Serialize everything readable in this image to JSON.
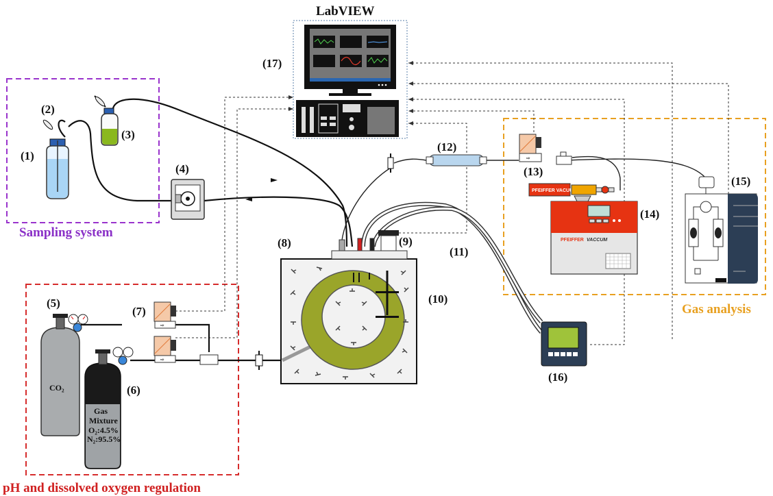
{
  "title": "LabVIEW",
  "groups": {
    "sampling": "Sampling system",
    "ph_do": "pH and dissolved oxygen regulation",
    "gas_analysis": "Gas analysis"
  },
  "components": [
    "(1)",
    "(2)",
    "(3)",
    "(4)",
    "(5)",
    "(6)",
    "(7)",
    "(8)",
    "(9)",
    "(10)",
    "(11)",
    "(12)",
    "(13)",
    "(14)",
    "(15)",
    "(16)",
    "(17)"
  ],
  "cylinders": {
    "co2": "CO₂",
    "mixture_line1": "Gas",
    "mixture_line2": "Mixture",
    "mixture_line3": "O₂:4.5%",
    "mixture_line4": "N₂:95.5%"
  },
  "vacuum_brand": "PFEIFFER",
  "vacuum_model": "VACCUM",
  "vacuum_small": "PFEIFFER VACUUM",
  "colors": {
    "sampling_border": "#9933cc",
    "ph_border": "#d62b2b",
    "gas_border": "#e8a020",
    "vessel_ring": "#9aa52a",
    "pfeiffer_red": "#e63312"
  }
}
